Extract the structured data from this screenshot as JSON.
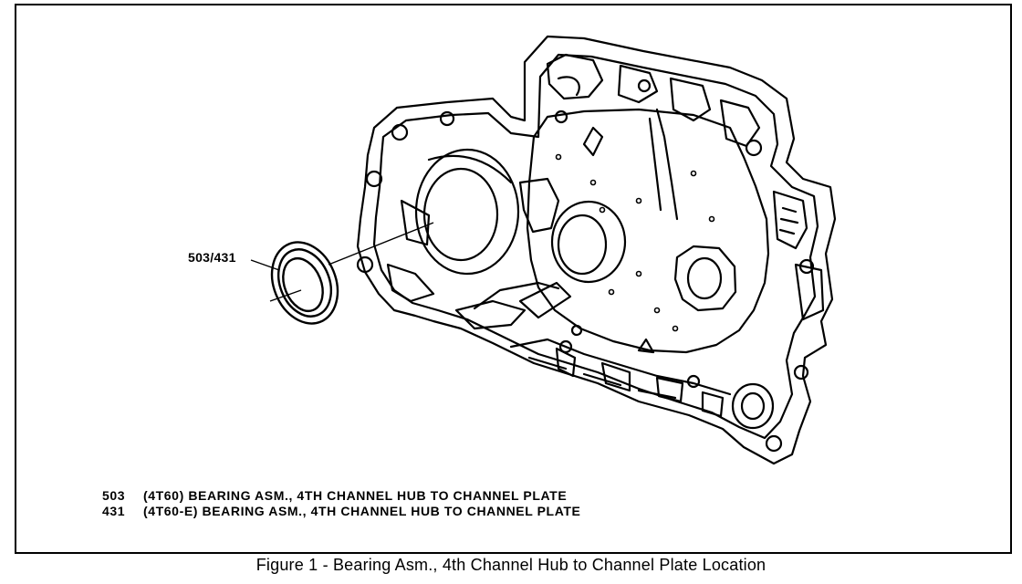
{
  "figure": {
    "callout_label": "503/431",
    "legend": [
      {
        "number": "503",
        "text": "(4T60) BEARING ASM., 4TH CHANNEL HUB TO CHANNEL PLATE"
      },
      {
        "number": "431",
        "text": "(4T60-E) BEARING ASM., 4TH CHANNEL HUB TO CHANNEL PLATE"
      }
    ],
    "caption": "Figure 1 - Bearing Asm., 4th Channel Hub to Channel Plate Location"
  }
}
